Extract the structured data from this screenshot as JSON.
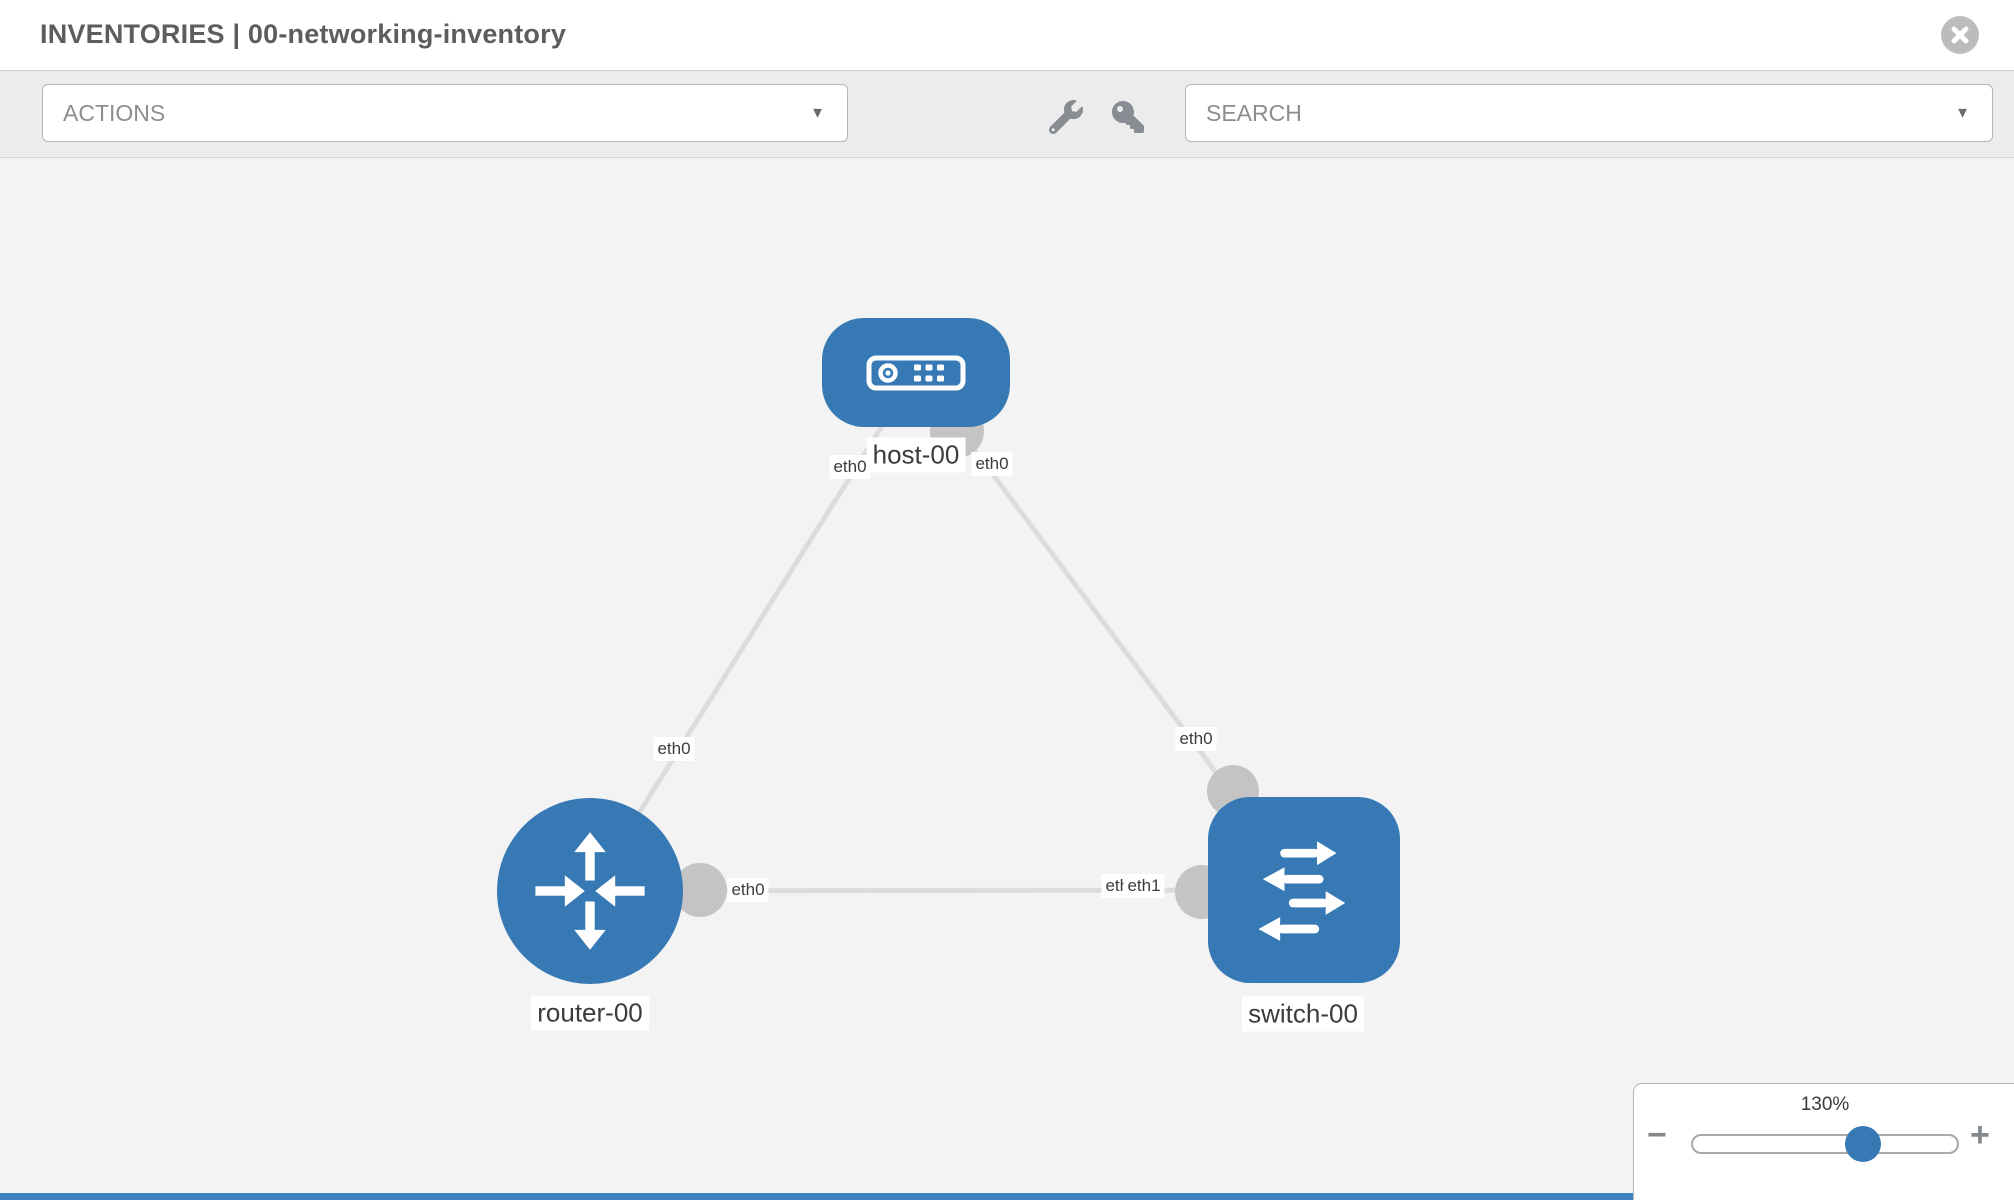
{
  "header": {
    "title": "INVENTORIES | 00-networking-inventory"
  },
  "toolbar": {
    "actions": {
      "label": "ACTIONS",
      "caret": "▼"
    },
    "search": {
      "label": "SEARCH",
      "caret": "▼"
    },
    "wrench_icon": "wrench",
    "key_icon": "key"
  },
  "topology": {
    "nodes": [
      {
        "id": "host-00",
        "type": "host",
        "label": "host-00"
      },
      {
        "id": "router-00",
        "type": "router",
        "label": "router-00"
      },
      {
        "id": "switch-00",
        "type": "switch",
        "label": "switch-00"
      }
    ],
    "links": [
      {
        "from": "host-00",
        "to": "router-00"
      },
      {
        "from": "host-00",
        "to": "switch-00"
      },
      {
        "from": "router-00",
        "to": "switch-00"
      }
    ],
    "port_labels": [
      {
        "text": "eth0"
      },
      {
        "text": "eth0"
      },
      {
        "text": "eth0"
      },
      {
        "text": "eth0"
      },
      {
        "text": "eth0"
      },
      {
        "text": "eth1"
      },
      {
        "text": "eth1"
      }
    ]
  },
  "zoom_control": {
    "level": "130%",
    "minus": "−",
    "plus": "+"
  },
  "colors": {
    "node_blue": "#3779b5",
    "link_gray": "#dcdcdc",
    "port_gray": "#c4c4c4",
    "toolbar_gray": "#ececec",
    "canvas_gray": "#f3f3f4",
    "bottom_strip_blue": "#3f83c1"
  }
}
